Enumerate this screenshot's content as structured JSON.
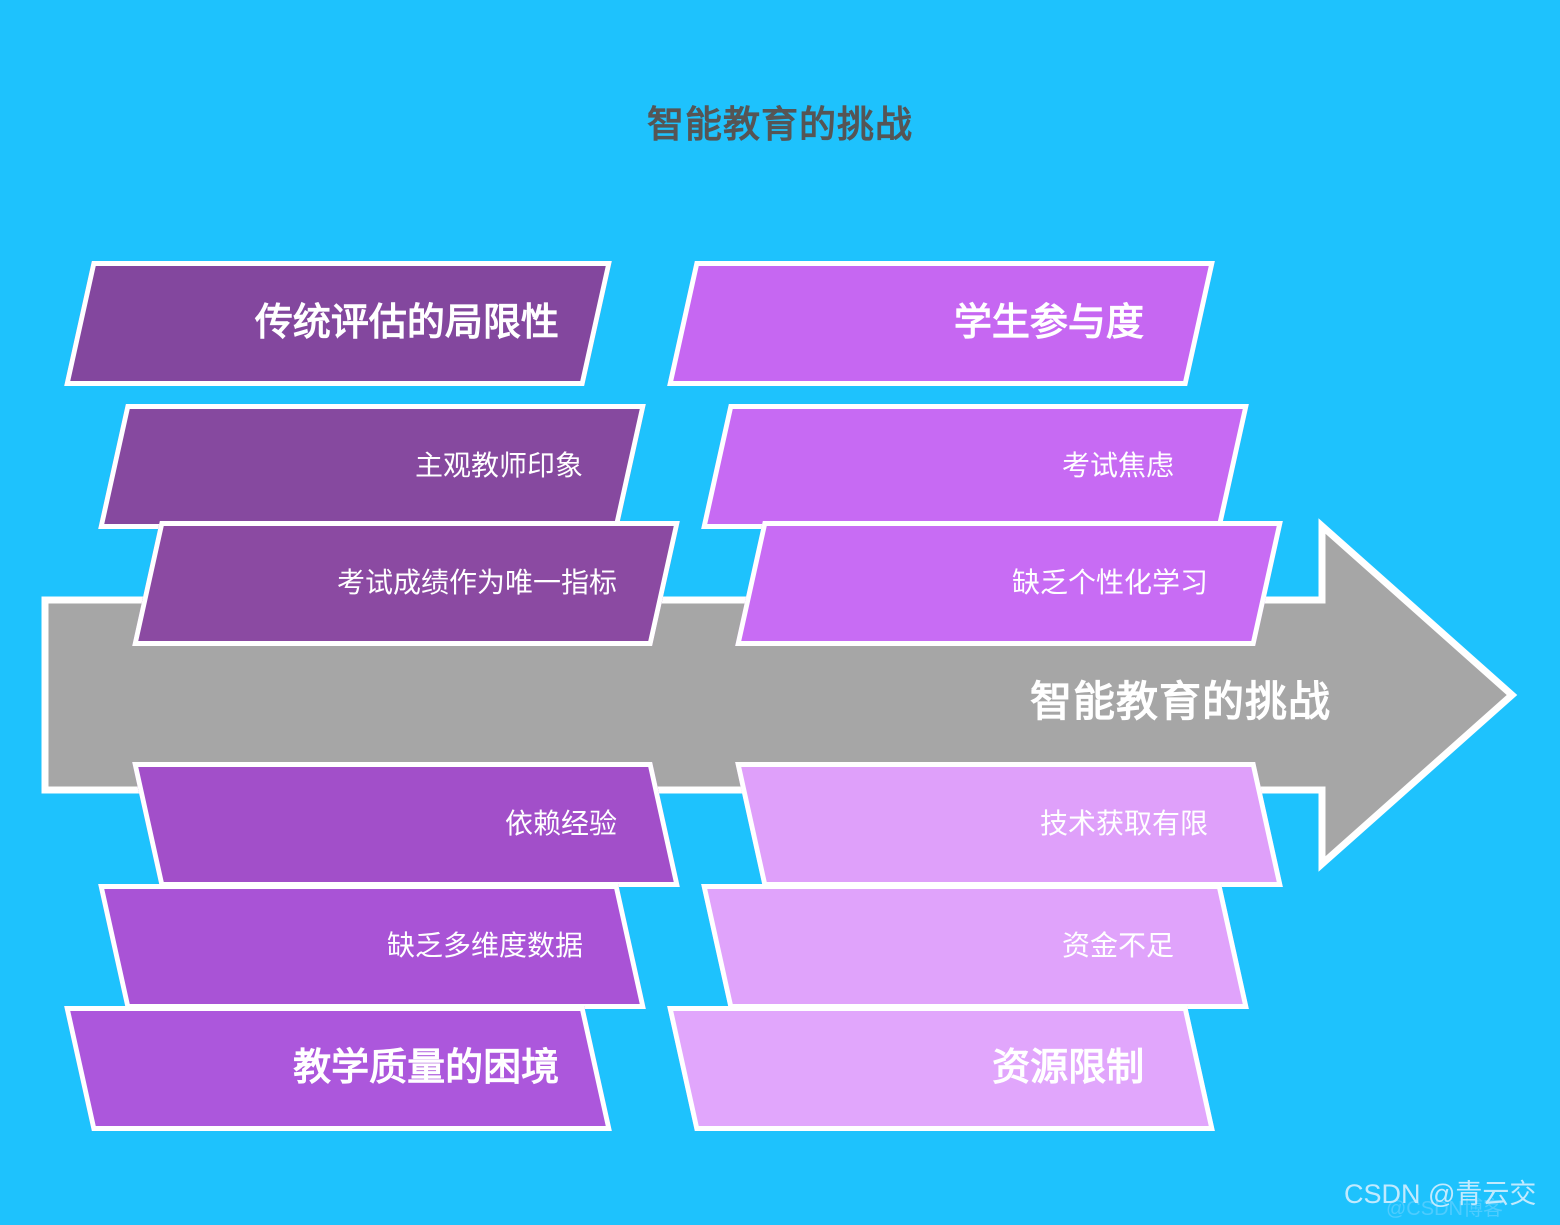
{
  "page": {
    "title": "智能教育的挑战",
    "background_color": "#1ec2fd",
    "title_color": "#555555"
  },
  "arrow": {
    "label": "智能教育的挑战",
    "fill_color": "#a6a6a6",
    "outline_color": "#ffffff",
    "direction": "right"
  },
  "columns": [
    {
      "name": "left",
      "rows": [
        {
          "label": "传统评估的局限性",
          "kind": "header",
          "color": "#83479e"
        },
        {
          "label": "主观教师印象",
          "kind": "item",
          "color": "#86499f"
        },
        {
          "label": "考试成绩作为唯一指标",
          "kind": "item",
          "color": "#8b4aa2"
        },
        {
          "label": "依赖经验",
          "kind": "item",
          "color": "#a24fc9"
        },
        {
          "label": "缺乏多维度数据",
          "kind": "item",
          "color": "#a953d6"
        },
        {
          "label": "教学质量的困境",
          "kind": "header",
          "color": "#ac57dc"
        }
      ]
    },
    {
      "name": "right",
      "rows": [
        {
          "label": "学生参与度",
          "kind": "header",
          "color": "#c667f2"
        },
        {
          "label": "考试焦虑",
          "kind": "item",
          "color": "#c76af3"
        },
        {
          "label": "缺乏个性化学习",
          "kind": "item",
          "color": "#c86cf4"
        },
        {
          "label": "技术获取有限",
          "kind": "item",
          "color": "#dfa0fa"
        },
        {
          "label": "资金不足",
          "kind": "item",
          "color": "#e0a3fb"
        },
        {
          "label": "资源限制",
          "kind": "item-header",
          "color": "#e1a6fc"
        }
      ]
    }
  ],
  "watermark": {
    "text": "CSDN @青云交",
    "shadow_text": "@CSDN博客"
  }
}
